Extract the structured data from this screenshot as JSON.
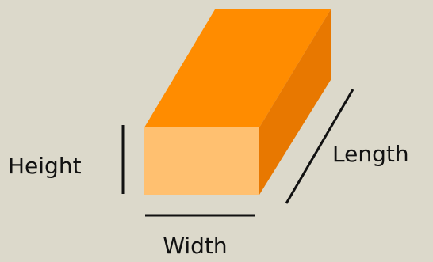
{
  "labels": {
    "height": "Height",
    "width": "Width",
    "length": "Length"
  },
  "colors": {
    "background": "#dcd9cb",
    "front_face": "#ffc070",
    "top_face": "#ff8c00",
    "side_face": "#e87800",
    "dimension_line": "#111111",
    "text": "#111111"
  }
}
